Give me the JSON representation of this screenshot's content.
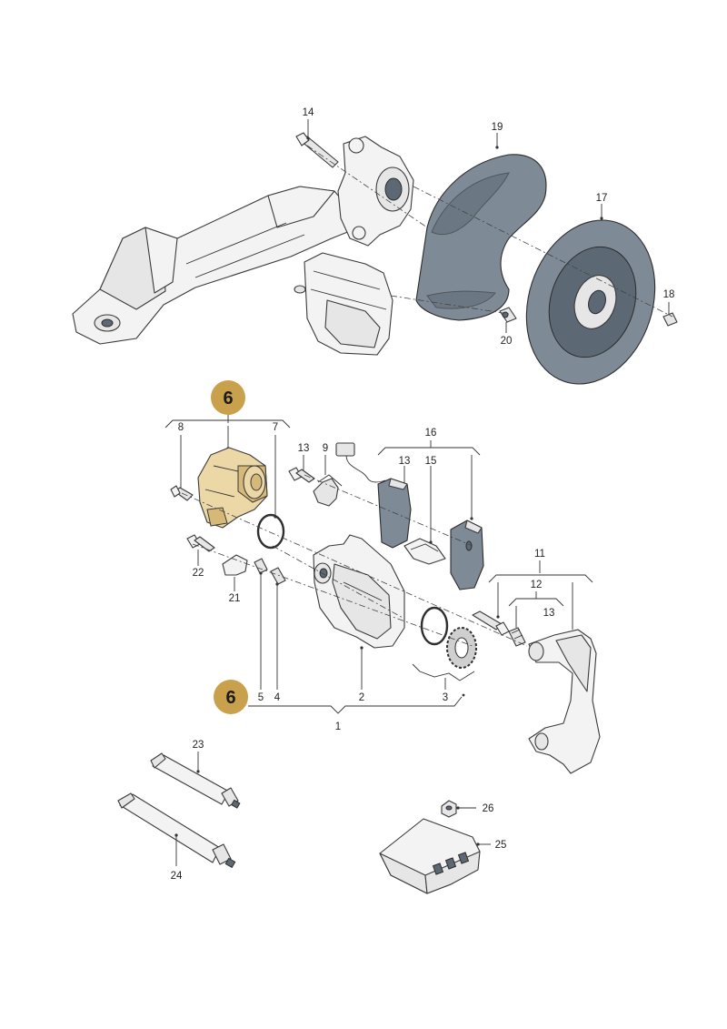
{
  "callouts": {
    "c14": "14",
    "c19": "19",
    "c17": "17",
    "c18": "18",
    "c20": "20",
    "c8": "8",
    "c7": "7",
    "c13a": "13",
    "c9": "9",
    "c16": "16",
    "c13b": "13",
    "c15": "15",
    "c22": "22",
    "c21": "21",
    "c11": "11",
    "c12": "12",
    "c13c": "13",
    "c5": "5",
    "c4": "4",
    "c2": "2",
    "c3": "3",
    "c1": "1",
    "c23": "23",
    "c24": "24",
    "c26": "26",
    "c25": "25"
  },
  "badges": {
    "top": "6",
    "bottom": "6"
  },
  "colors": {
    "highlight": "#ecd8a6",
    "badge": "#c9a04c",
    "dark_part": "#7e8a95"
  }
}
